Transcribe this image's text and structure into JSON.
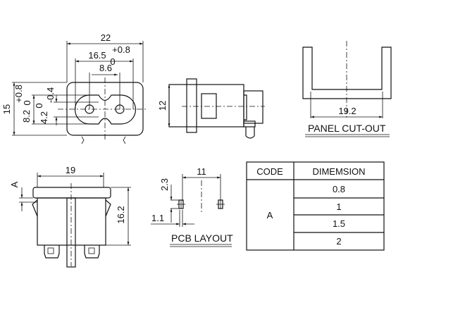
{
  "front_view": {
    "width": "22",
    "inner_width": "16.5",
    "inner_tol_plus": "+0.8",
    "inner_tol_zero": "0",
    "pin_spacing": "8.6",
    "height": "15",
    "height_tol": "+0.8",
    "inner_height": "8.2",
    "inner_height_tol": "0",
    "slot_height": "4.2",
    "slot_tol_zero": "0",
    "slot_tol_minus": "-0.4"
  },
  "side_view": {
    "height": "12"
  },
  "panel_cutout": {
    "width": "19.2",
    "title": "PANEL CUT-OUT"
  },
  "bottom_view": {
    "width": "19",
    "height": "16.2",
    "code_label": "A"
  },
  "pcb_layout": {
    "spacing": "11",
    "offset": "2.3",
    "pad": "1.1",
    "title": "PCB LAYOUT"
  },
  "table": {
    "headers": [
      "CODE",
      "DIMEMSION"
    ],
    "code": "A",
    "values": [
      "0.8",
      "1",
      "1.5",
      "2"
    ]
  }
}
